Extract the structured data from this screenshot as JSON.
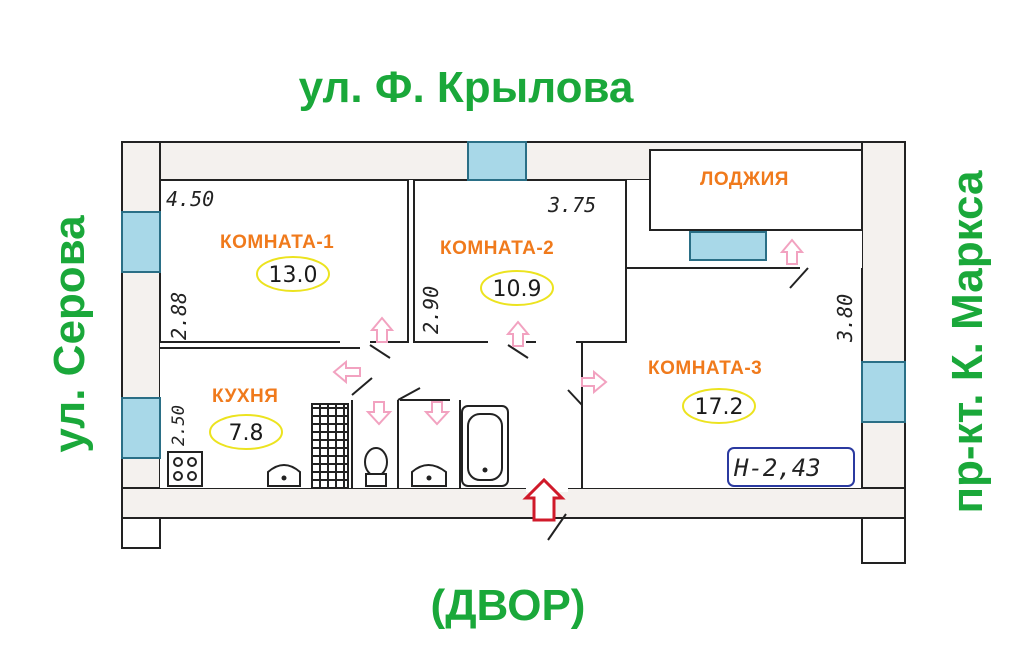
{
  "streets": {
    "top": "ул. Ф. Крылова",
    "left": "ул. Серова",
    "right": "пр-кт. К. Маркса",
    "bottom": "(ДВОР)"
  },
  "rooms": {
    "room1": {
      "label": "КОМНАТА-1",
      "area": "13.0"
    },
    "room2": {
      "label": "КОМНАТА-2",
      "area": "10.9"
    },
    "room3": {
      "label": "КОМНАТА-3",
      "area": "17.2"
    },
    "kitchen": {
      "label": "КУХНЯ",
      "area": "7.8"
    },
    "loggia": {
      "label": "ЛОДЖИЯ"
    }
  },
  "dimensions": {
    "room1_width": "4.50",
    "room1_height": "2.88",
    "room2_width": "3.75",
    "room2_height": "2.90",
    "room3_height": "3.80",
    "kitchen_height": "2.50"
  },
  "ceiling_height": "H-2,43",
  "colors": {
    "street_text": "#1aa83a",
    "room_label": "#f07a1c",
    "area_ellipse": "#ece31f",
    "wall": "#222222",
    "wall_fill": "#f4f1ee",
    "window": "#a8d8e8",
    "arrow_pink": "#f2a2c0",
    "entrance_arrow": "#d01a2a",
    "height_box": "#2b3aa0"
  }
}
